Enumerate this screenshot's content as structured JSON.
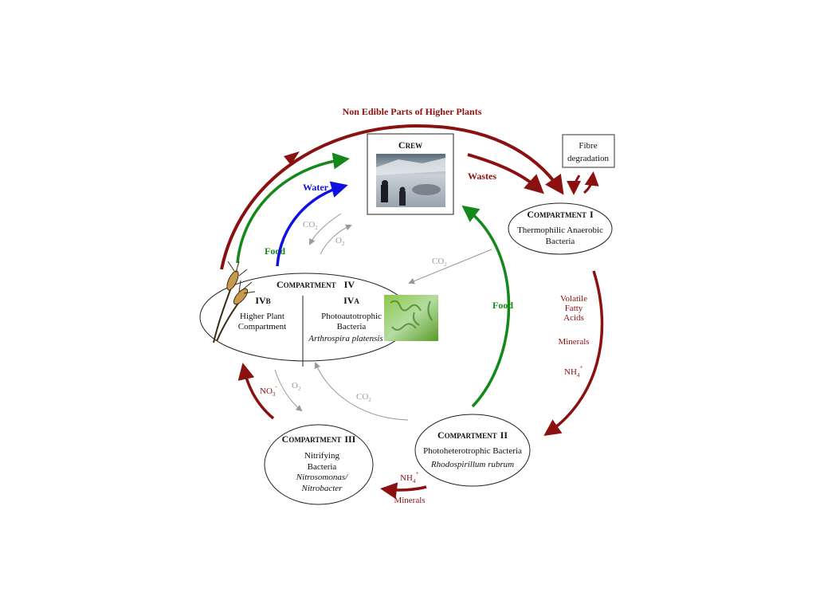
{
  "colors": {
    "red": "#8b1010",
    "green": "#14881a",
    "blue": "#1010e0",
    "gray": "#999999"
  },
  "top_label": "Non Edible Parts of Higher Plants",
  "crew": {
    "title_big": "C",
    "title_small": "REW"
  },
  "fibre": {
    "line1": "Fibre",
    "line2": "degradation"
  },
  "wastes_label": "Wastes",
  "comp1": {
    "title_big": "C",
    "title_small": "OMPARTMENT",
    "num": "I",
    "line1": "Thermophilic Anaerobic",
    "line2": "Bacteria"
  },
  "comp2": {
    "title_big": "C",
    "title_small": "OMPARTMENT",
    "num": "II",
    "line1": "Photoheterotrophic Bacteria",
    "line2": "Rhodospirillum rubrum"
  },
  "comp3": {
    "title_big": "C",
    "title_small": "OMPARTMENT",
    "num": "III",
    "line1": "Nitrifying",
    "line2": "Bacteria",
    "line3": "Nitrosomonas/",
    "line4": "Nitrobacter"
  },
  "comp4": {
    "title_big": "C",
    "title_small": "OMPARTMENT",
    "num": "IV",
    "b": {
      "big": "IV",
      "small": "B",
      "line1": "Higher Plant",
      "line2": "Compartment"
    },
    "a": {
      "big": "IV",
      "small": "A",
      "line1": "Photoautotrophic",
      "line2": "Bacteria",
      "line3": "Arthrospira platensis"
    }
  },
  "flows": {
    "vfa1": "Volatile",
    "vfa2": "Fatty",
    "vfa3": "Acids",
    "minerals_right": "Minerals",
    "nh4": "NH",
    "nh4_sub": "4",
    "nh4_sup": "+",
    "minerals_bottom": "Minerals",
    "no3": "NO",
    "no3_sub": "3",
    "no3_sup": "-",
    "o2": "O",
    "o2_sub": "2",
    "co2": "CO",
    "co2_sub": "2",
    "food_left": "Food",
    "food_right": "Food",
    "water": "Water"
  }
}
